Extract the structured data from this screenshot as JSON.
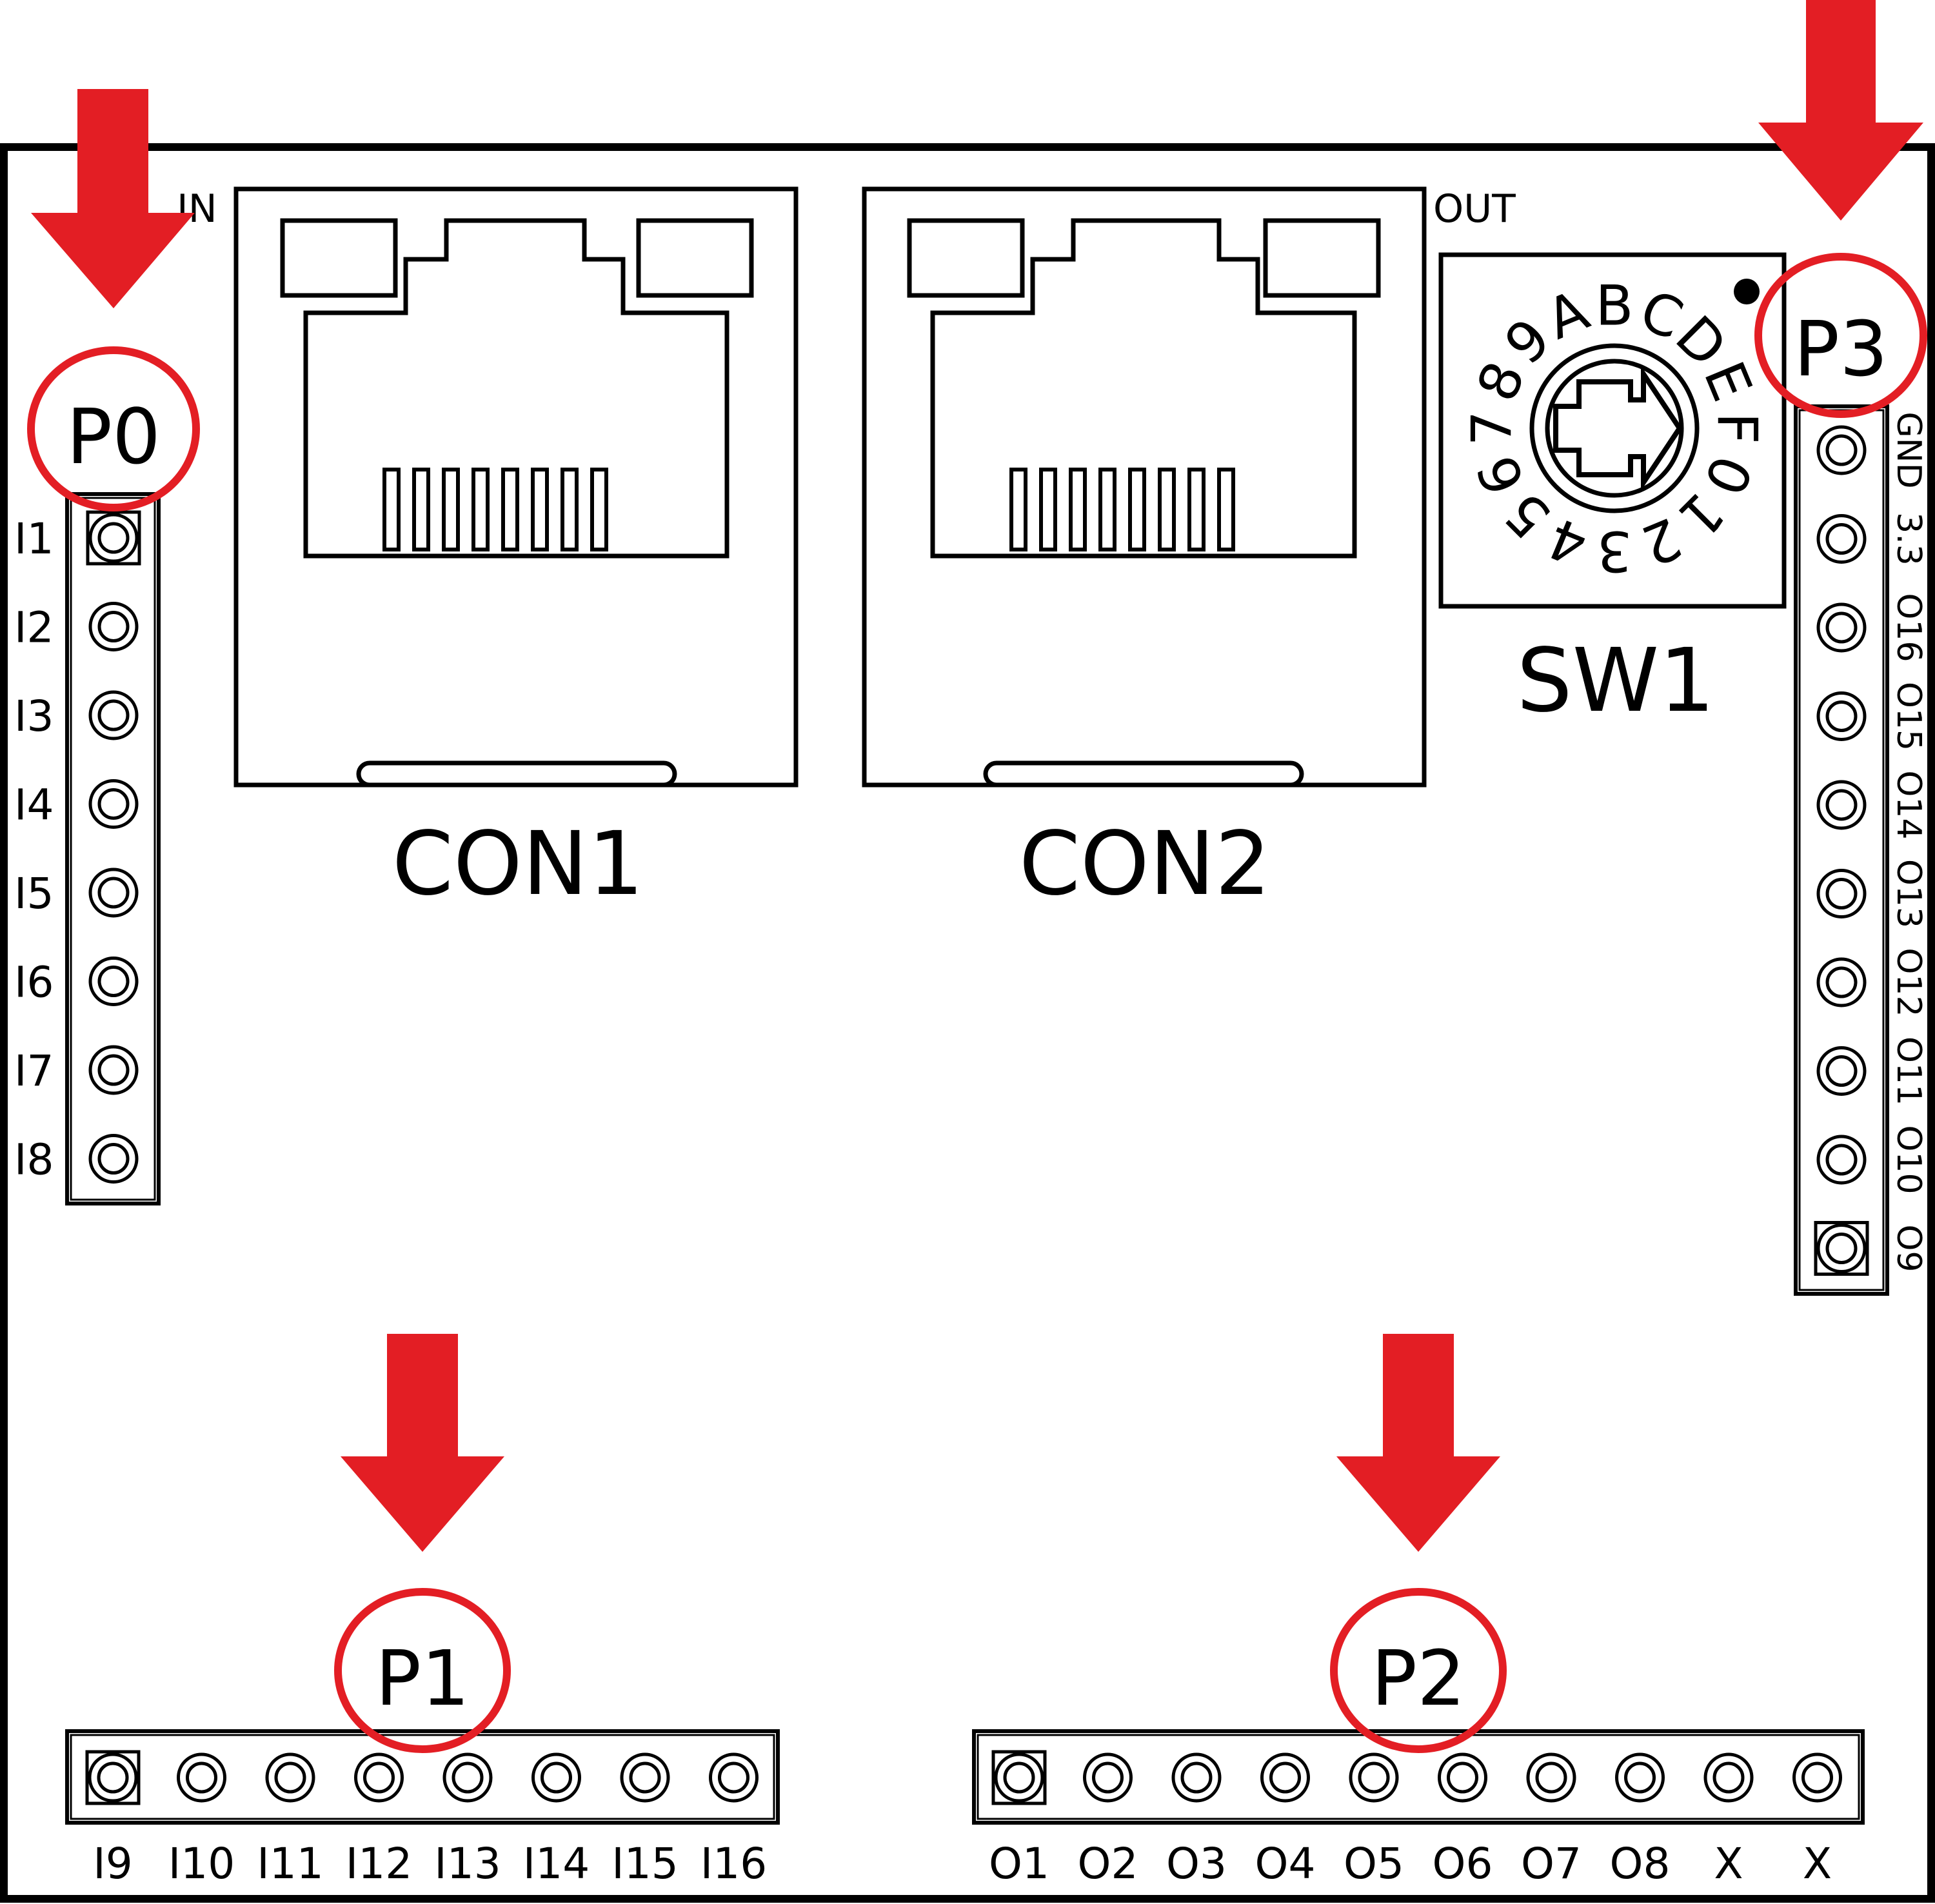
{
  "board": {
    "connectors": [
      {
        "id": "con1",
        "label": "CON1",
        "tag": "IN"
      },
      {
        "id": "con2",
        "label": "CON2",
        "tag": "OUT"
      }
    ],
    "switch": {
      "label": "SW1",
      "dial_chars": [
        "F",
        "0",
        "1",
        "2",
        "3",
        "4",
        "5",
        "6",
        "7",
        "8",
        "9",
        "A",
        "B",
        "C",
        "D",
        "E"
      ]
    },
    "headers": {
      "p0": {
        "label": "P0",
        "pins": [
          "I1",
          "I2",
          "I3",
          "I4",
          "I5",
          "I6",
          "I7",
          "I8"
        ]
      },
      "p1": {
        "label": "P1",
        "pins": [
          "I9",
          "I10",
          "I11",
          "I12",
          "I13",
          "I14",
          "I15",
          "I16"
        ]
      },
      "p2": {
        "label": "P2",
        "pins": [
          "O1",
          "O2",
          "O3",
          "O4",
          "O5",
          "O6",
          "O7",
          "O8",
          "X",
          "X"
        ]
      },
      "p3": {
        "label": "P3",
        "pins": [
          "GND",
          "3.3",
          "O16",
          "O15",
          "O14",
          "O13",
          "O12",
          "O11",
          "O10",
          "O9"
        ]
      }
    },
    "colors": {
      "highlight": "#e31e24",
      "outline": "#000000",
      "background": "#ffffff"
    }
  }
}
